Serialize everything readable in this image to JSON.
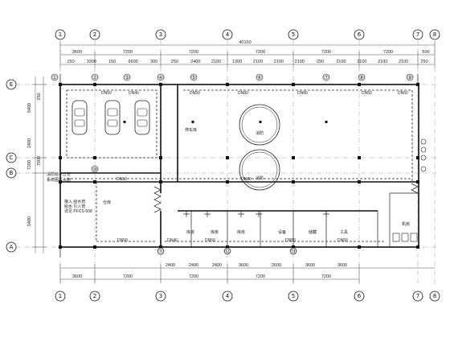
{
  "axes_x": [
    {
      "id": "x1",
      "label": "1"
    },
    {
      "id": "x2",
      "label": "2"
    },
    {
      "id": "x3",
      "label": "3"
    },
    {
      "id": "x4",
      "label": "4"
    },
    {
      "id": "x5",
      "label": "5"
    },
    {
      "id": "x6",
      "label": "6"
    },
    {
      "id": "x7",
      "label": "7"
    },
    {
      "id": "x8",
      "label": "8"
    }
  ],
  "axes_y": [
    {
      "id": "yE",
      "label": "E"
    },
    {
      "id": "yC",
      "label": "C"
    },
    {
      "id": "yB",
      "label": "B"
    },
    {
      "id": "yA",
      "label": "A"
    }
  ],
  "top_dims": {
    "overall": "40150",
    "row1": [
      "3600",
      "7200",
      "7200",
      "7200",
      "7200",
      "7200",
      "500"
    ],
    "row2": [
      "150",
      "3300",
      "150",
      "6600",
      "300",
      "250",
      "2400",
      "2100",
      "1300",
      "2100",
      "2100",
      "2100",
      "250",
      "2100",
      "2100",
      "2100",
      "2100",
      "250"
    ]
  },
  "bottom_dims": {
    "row1": [
      "2400",
      "2400",
      "2400",
      "3600",
      "2600",
      "3600",
      "3600"
    ],
    "row2": [
      "3600",
      "7200",
      "7200",
      "7200",
      "7200"
    ]
  },
  "left_dims": [
    "5400",
    "2400",
    "7200",
    "5400"
  ],
  "left_small": [
    "250",
    "7000"
  ],
  "duct_labels": [
    "DN50",
    "DN40",
    "DN50",
    "DN80",
    "DN80",
    "DN50",
    "DN50",
    "DN50",
    "DN80",
    "DN40",
    "DN50",
    "DN50",
    "DN50",
    "DN50"
  ],
  "room_labels": [
    "停车库",
    "消防",
    "消防",
    "仓库",
    "库房",
    "库房",
    "库房",
    "设备",
    "储藏",
    "工具",
    "机房"
  ],
  "notes": [
    "消防给水立管",
    "系统图见水施",
    "接入 给水管",
    "给水 引入管",
    "详见 PFCS-508"
  ],
  "small_circle_labels": [
    "①",
    "②",
    "③",
    "④",
    "⑤",
    "⑥",
    "⑦",
    "⑧",
    "⑨",
    "⑩",
    "⑪",
    "⑫",
    "⑬"
  ]
}
